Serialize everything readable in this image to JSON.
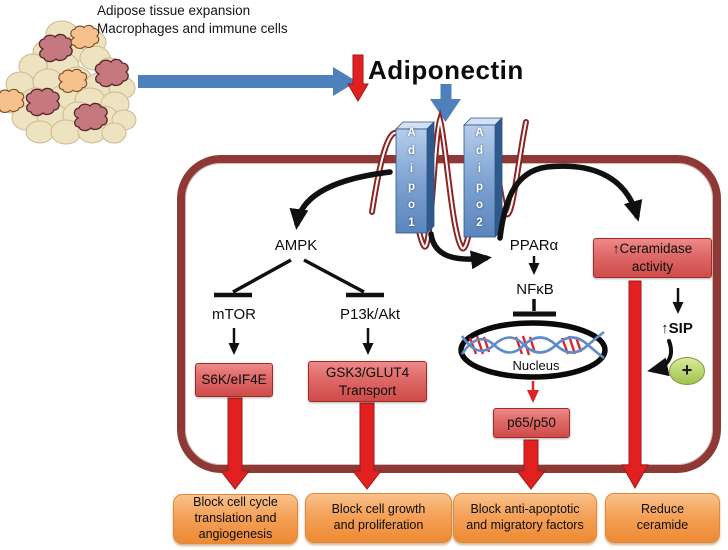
{
  "header": {
    "note_line1": "Adipose tissue expansion",
    "note_line2": "Macrophages and immune cells",
    "hormone": "Adiponectin"
  },
  "receptors": {
    "r1": "Adipo1",
    "r2": "Adipo2"
  },
  "pathway": {
    "ampk": "AMPK",
    "mtor": "mTOR",
    "pi3k": "P13k/Akt",
    "s6k": "S6K/eIF4E",
    "gsk3": "GSK3/GLUT4 Transport",
    "ppara": "PPARα",
    "nfkb": "NFκB",
    "nucleus": "Nucleus",
    "p65": "p65/p50",
    "ceramidase": "↑Ceramidase activity",
    "sip": "↑SIP",
    "plus": "+"
  },
  "outcomes": [
    {
      "label": "Block cell cycle translation and angiogenesis"
    },
    {
      "label": "Block cell growth and proliferation"
    },
    {
      "label": "Block anti-apoptotic and migratory factors"
    },
    {
      "label": "Reduce ceramide"
    }
  ],
  "colors": {
    "membrane": "#8f3937",
    "red_box_top": "#ee8a88",
    "red_box_bottom": "#cf4b49",
    "orange_box_top": "#f9c28a",
    "orange_box_bottom": "#ed8a33",
    "receptor_blue": "#4f81bd",
    "arrow_red": "#e32020",
    "arrow_blue": "#4e81bc",
    "plus_green": "#a9c953",
    "dna_strand_blue": "#5f8cc9",
    "dna_rung_red": "#e02424"
  }
}
